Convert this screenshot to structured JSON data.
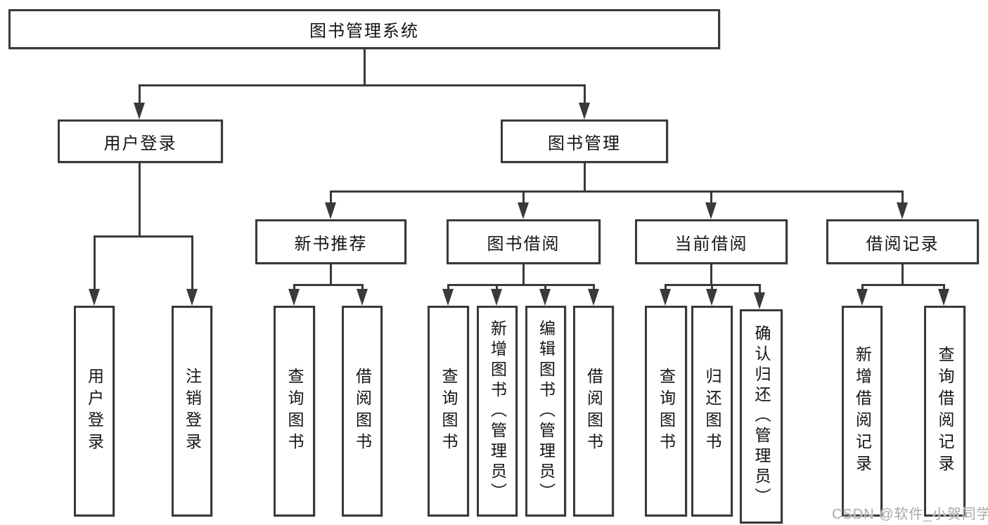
{
  "diagram_title": "图书管理系统",
  "tree": {
    "root_label": "图书管理系统",
    "level2": [
      {
        "label": "用户登录",
        "children": [
          {
            "label": "用户登录"
          },
          {
            "label": "注销登录"
          }
        ]
      },
      {
        "label": "图书管理",
        "sections": [
          {
            "label": "新书推荐",
            "children": [
              {
                "label": "查询图书"
              },
              {
                "label": "借阅图书"
              }
            ]
          },
          {
            "label": "图书借阅",
            "children": [
              {
                "label": "查询图书"
              },
              {
                "label": "新增图书（管理员）"
              },
              {
                "label": "编辑图书（管理员）"
              },
              {
                "label": "借阅图书"
              }
            ]
          },
          {
            "label": "当前借阅",
            "children": [
              {
                "label": "查询图书"
              },
              {
                "label": "归还图书"
              },
              {
                "label": "确认归还（管理员）"
              }
            ]
          },
          {
            "label": "借阅记录",
            "children": [
              {
                "label": "新增借阅记录"
              },
              {
                "label": "查询借阅记录"
              }
            ]
          }
        ]
      }
    ]
  },
  "watermark": {
    "text": "CSDN @软件_小贺同学"
  },
  "colors": {
    "line": "#3a3a3a",
    "text": "#141414",
    "watermark": "#a9a9a9",
    "background": "#ffffff"
  }
}
